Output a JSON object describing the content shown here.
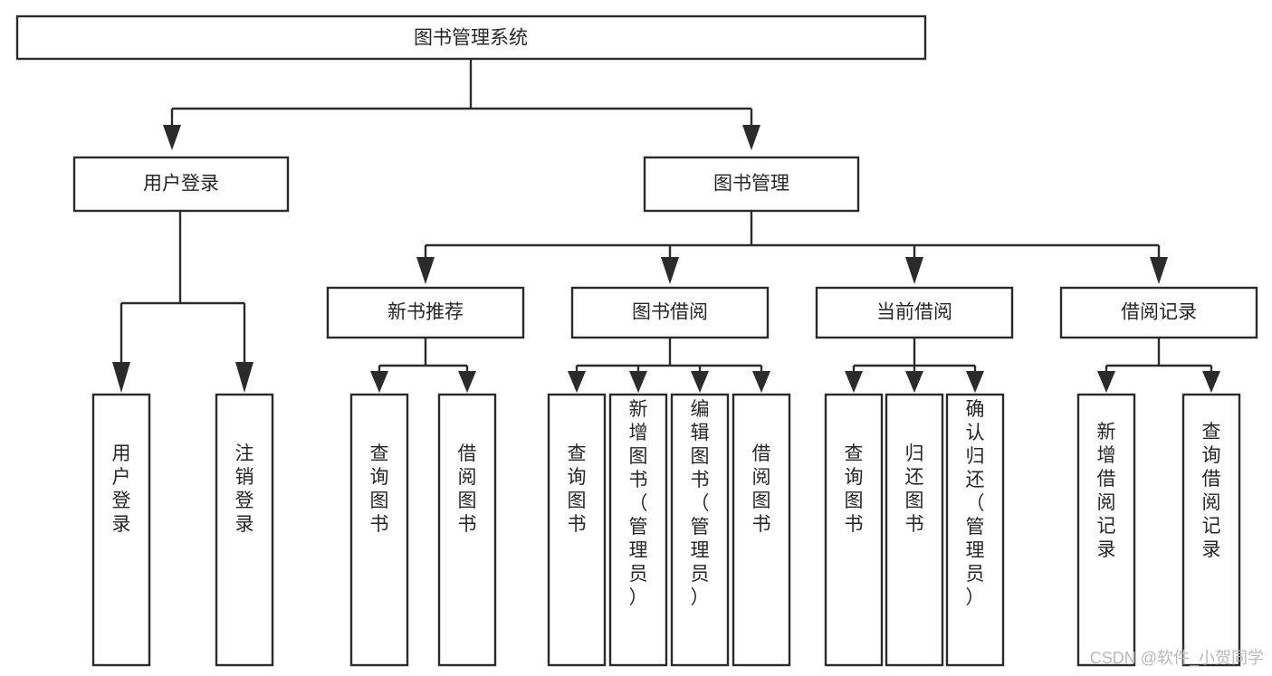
{
  "diagram": {
    "title": "图书管理系统",
    "type": "tree-hierarchy",
    "root": {
      "id": "root",
      "label": "图书管理系统"
    },
    "level2": [
      {
        "id": "user-login",
        "label": "用户登录"
      },
      {
        "id": "book-manage",
        "label": "图书管理"
      }
    ],
    "level3": [
      {
        "id": "new-book-rec",
        "label": "新书推荐",
        "parent": "book-manage"
      },
      {
        "id": "book-borrow",
        "label": "图书借阅",
        "parent": "book-manage"
      },
      {
        "id": "current-borrow",
        "label": "当前借阅",
        "parent": "book-manage"
      },
      {
        "id": "borrow-record",
        "label": "借阅记录",
        "parent": "book-manage"
      }
    ],
    "leaves": [
      {
        "id": "leaf-user-login",
        "label": "用户登录",
        "parent": "user-login"
      },
      {
        "id": "leaf-logout",
        "label": "注销登录",
        "parent": "user-login"
      },
      {
        "id": "leaf-query-book-1",
        "label": "查询图书",
        "parent": "new-book-rec"
      },
      {
        "id": "leaf-borrow-book-1",
        "label": "借阅图书",
        "parent": "new-book-rec"
      },
      {
        "id": "leaf-query-book-2",
        "label": "查询图书",
        "parent": "book-borrow"
      },
      {
        "id": "leaf-add-book",
        "label": "新增图书（管理员）",
        "parent": "book-borrow"
      },
      {
        "id": "leaf-edit-book",
        "label": "编辑图书（管理员）",
        "parent": "book-borrow"
      },
      {
        "id": "leaf-borrow-book-2",
        "label": "借阅图书",
        "parent": "book-borrow"
      },
      {
        "id": "leaf-query-book-3",
        "label": "查询图书",
        "parent": "current-borrow"
      },
      {
        "id": "leaf-return-book",
        "label": "归还图书",
        "parent": "current-borrow"
      },
      {
        "id": "leaf-confirm-return",
        "label": "确认归还（管理员）",
        "parent": "current-borrow"
      },
      {
        "id": "leaf-add-record",
        "label": "新增借阅记录",
        "parent": "borrow-record"
      },
      {
        "id": "leaf-query-record",
        "label": "查询借阅记录",
        "parent": "borrow-record"
      }
    ],
    "watermark": "CSDN @软件_小贺同学",
    "colors": {
      "stroke": "#2b2b2b",
      "fill": "#ffffff",
      "text": "#262626",
      "watermark": "#b9b9b9"
    }
  }
}
